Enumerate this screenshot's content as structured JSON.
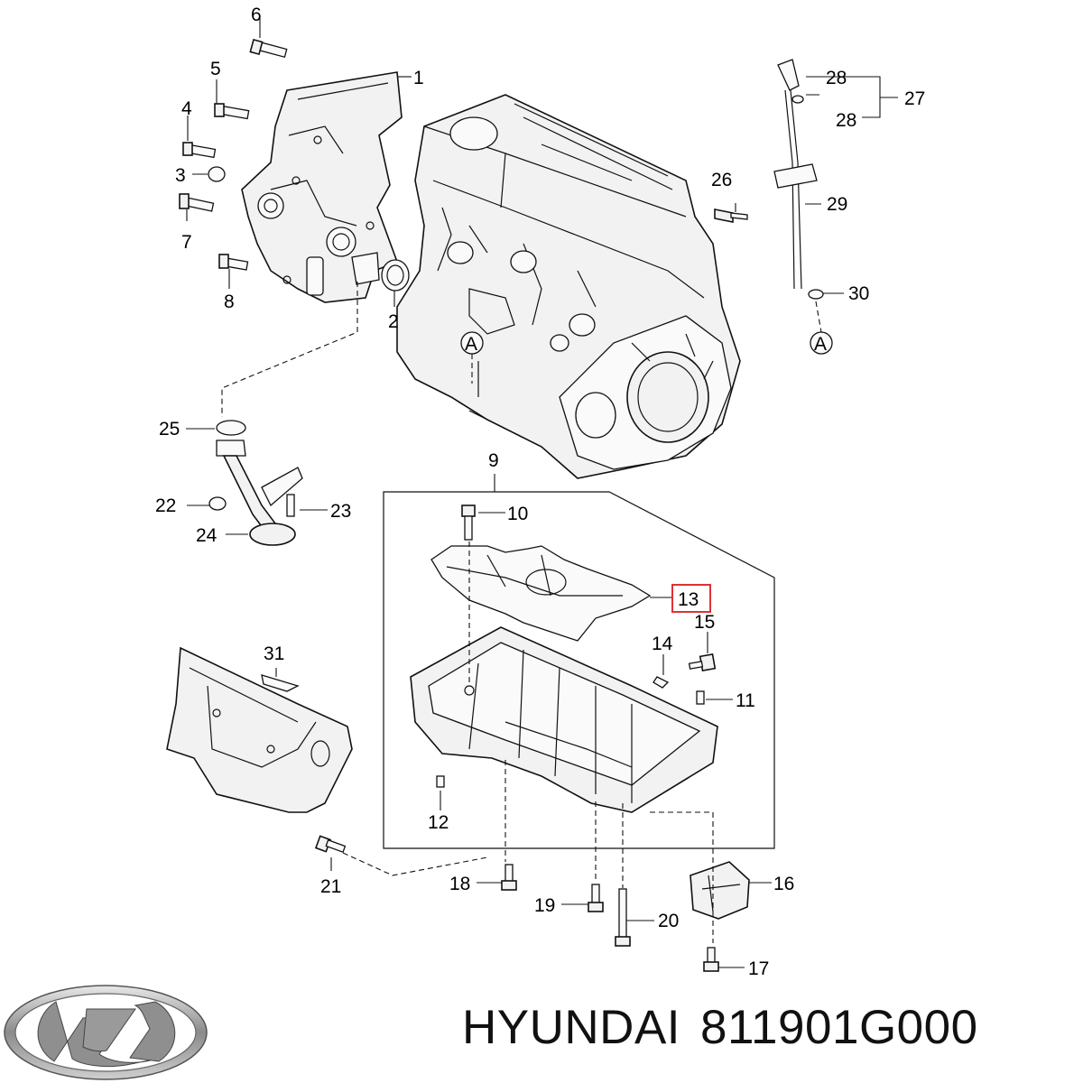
{
  "diagram": {
    "callouts": {
      "c1": "1",
      "c2": "2",
      "c3": "3",
      "c4": "4",
      "c5": "5",
      "c6": "6",
      "c7": "7",
      "c8": "8",
      "c9": "9",
      "c10": "10",
      "c11": "11",
      "c12": "12",
      "c13": "13",
      "c14": "14",
      "c15": "15",
      "c16": "16",
      "c17": "17",
      "c18": "18",
      "c19": "19",
      "c20": "20",
      "c21": "21",
      "c22": "22",
      "c23": "23",
      "c24": "24",
      "c25": "25",
      "c26": "26",
      "c27": "27",
      "c28a": "28",
      "c28b": "28",
      "c29": "29",
      "c30": "30",
      "c31": "31"
    },
    "connectors": {
      "a1": "A",
      "a2": "A"
    },
    "highlighted_part": "13",
    "highlight_color": "#d33333"
  },
  "footer": {
    "brand": "HYUNDAI",
    "part_number": "811901G000",
    "logo_icon": "hyundai-logo"
  }
}
